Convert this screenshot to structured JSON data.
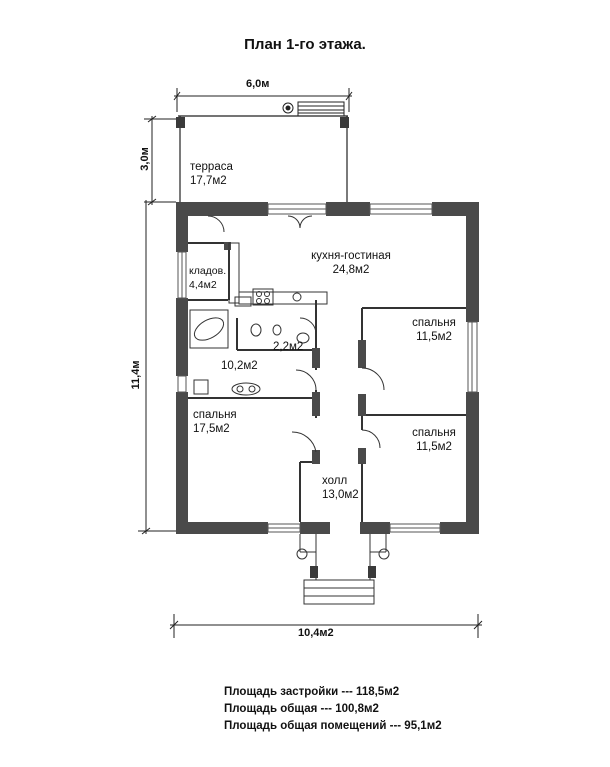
{
  "title": "План 1-го  этажа.",
  "dimensions": {
    "top_width": "6,0м",
    "terrace_depth": "3,0м",
    "house_depth": "11,4м",
    "bottom_width": "10,4м2"
  },
  "rooms": {
    "terrace": {
      "name": "терраса",
      "area": "17,7м2"
    },
    "kitchen_living": {
      "name": "кухня-гостиная",
      "area": "24,8м2"
    },
    "pantry": {
      "name": "кладов.",
      "area": "4,4м2"
    },
    "wc": {
      "area": "2,2м2"
    },
    "bathroom": {
      "area": "10,2м2"
    },
    "bedroom_right_top": {
      "name": "спальня",
      "area": "11,5м2"
    },
    "bedroom_right_bottom": {
      "name": "спальня",
      "area": "11,5м2"
    },
    "bedroom_left": {
      "name": "спальня",
      "area": "17,5м2"
    },
    "hall": {
      "name": "холл",
      "area": "13,0м2"
    }
  },
  "summary": [
    "Площадь застройки  --- 118,5м2",
    "Площадь общая  --- 100,8м2",
    "Площадь общая помещений --- 95,1м2"
  ]
}
